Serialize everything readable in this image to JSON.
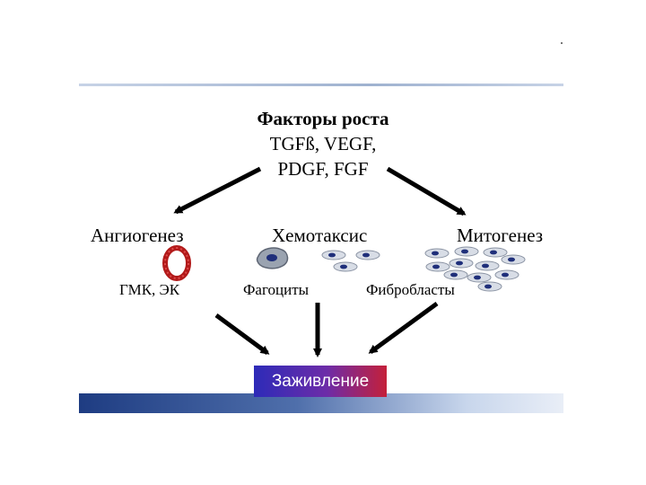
{
  "top": {
    "title": "Факторы роста",
    "line2": "TGFß, VEGF,",
    "line3": "PDGF, FGF"
  },
  "branches": {
    "angiogenesis": "Ангиогенез",
    "chemotaxis": "Хемотаксис",
    "mitogenesis": "Митогенез"
  },
  "cells": {
    "smc_ec": "ГМК, ЭК",
    "phagocytes": "Фагоциты",
    "fibroblasts": "Фибробласты"
  },
  "result": {
    "label": "Заживление"
  },
  "colors": {
    "arrow": "#000000",
    "vessel": "#b21a1a",
    "cell_body": "#d8dde6",
    "nucleus": "#1f2f7a"
  },
  "icons": {
    "vessel": "blood-vessel-ring-icon",
    "phagocyte": "phagocyte-cell-icon",
    "cell": "spindle-cell-icon"
  }
}
